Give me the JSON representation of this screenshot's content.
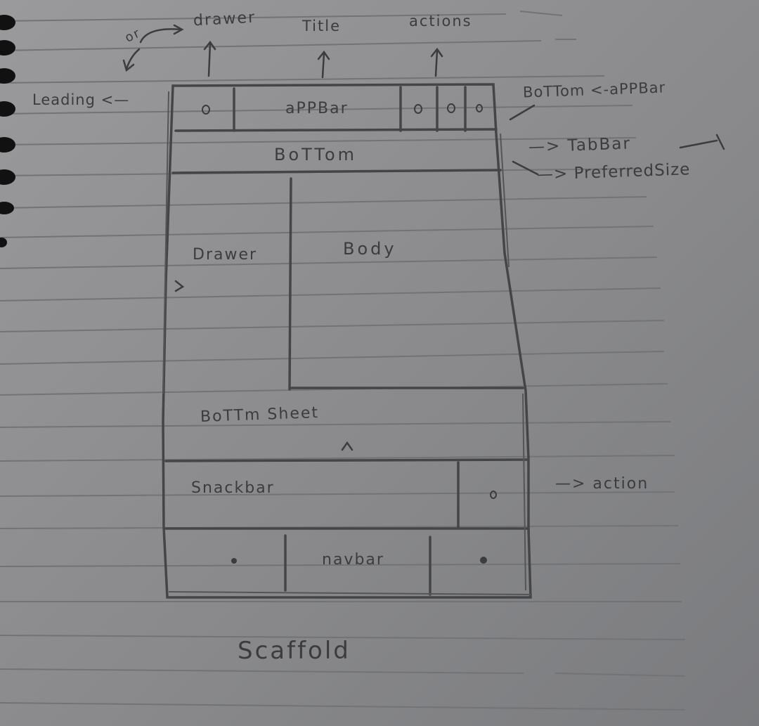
{
  "annotations": {
    "drawer": "drawer",
    "title": "Title",
    "actions": "actions",
    "leading": "Leading <—",
    "or": "or",
    "bottom_note": "BoTTom <-aPPBar",
    "tabbar": "—> TabBar",
    "preferred_size": "—> PreferredSize",
    "action": "—> action"
  },
  "regions": {
    "appbar": "aPPBar",
    "bottom": "BoTTom",
    "drawer": "Drawer",
    "body": "Body",
    "bottom_sheet": "BoTTm Sheet",
    "snackbar": "Snackbar",
    "navbar": "navbar"
  },
  "caption": "Scaffold",
  "colors": {
    "paper": "#8c8c8e",
    "rule": "#707276",
    "pencil": "#3c3c3e",
    "binder": "#111111"
  }
}
